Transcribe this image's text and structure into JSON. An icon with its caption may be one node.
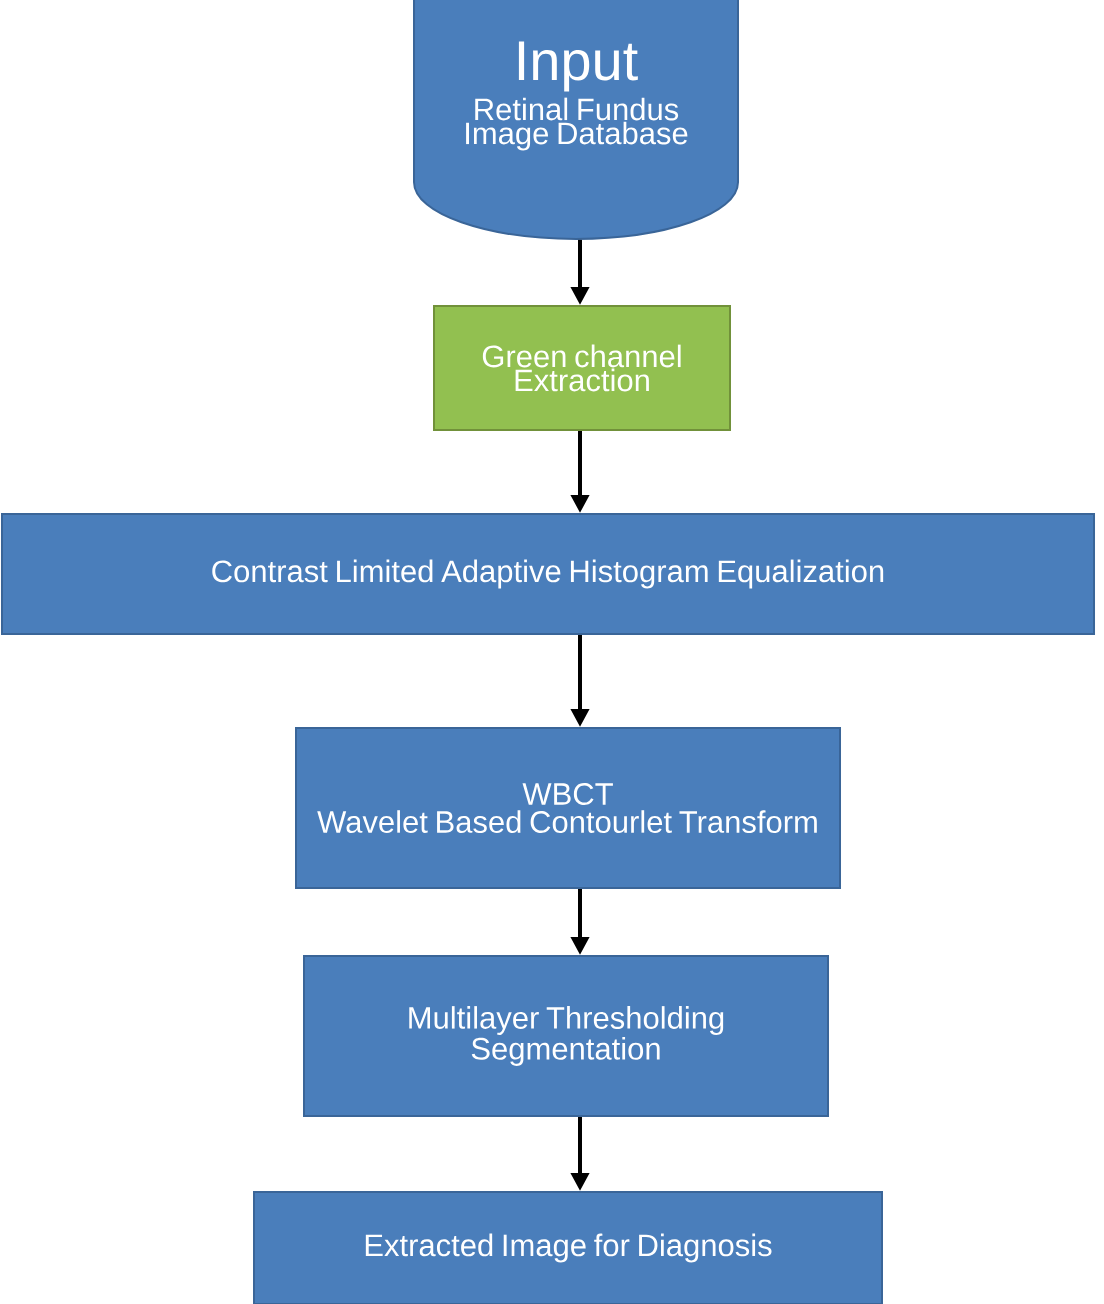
{
  "diagram": {
    "nodes": [
      {
        "text": [
          "Input",
          "Retinal Fundus Image Database"
        ]
      },
      {
        "text": [
          "Green channel Extraction"
        ]
      },
      {
        "text": [
          "Contrast Limited Adaptive Histogram Equalization"
        ]
      },
      {
        "text": [
          "WBCT",
          "Wavelet Based Contourlet Transform"
        ]
      },
      {
        "text": [
          "Multilayer Thresholding Segmentation"
        ]
      },
      {
        "text": [
          "Extracted Image for Diagnosis"
        ]
      }
    ],
    "edges": [
      {
        "from": 0,
        "to": 1,
        "arrow": "to"
      },
      {
        "from": 1,
        "to": 2,
        "arrow": "to"
      },
      {
        "from": 2,
        "to": 3,
        "arrow": "to"
      },
      {
        "from": 3,
        "to": 4,
        "arrow": "to"
      },
      {
        "from": 4,
        "to": 5,
        "arrow": "to"
      }
    ]
  }
}
